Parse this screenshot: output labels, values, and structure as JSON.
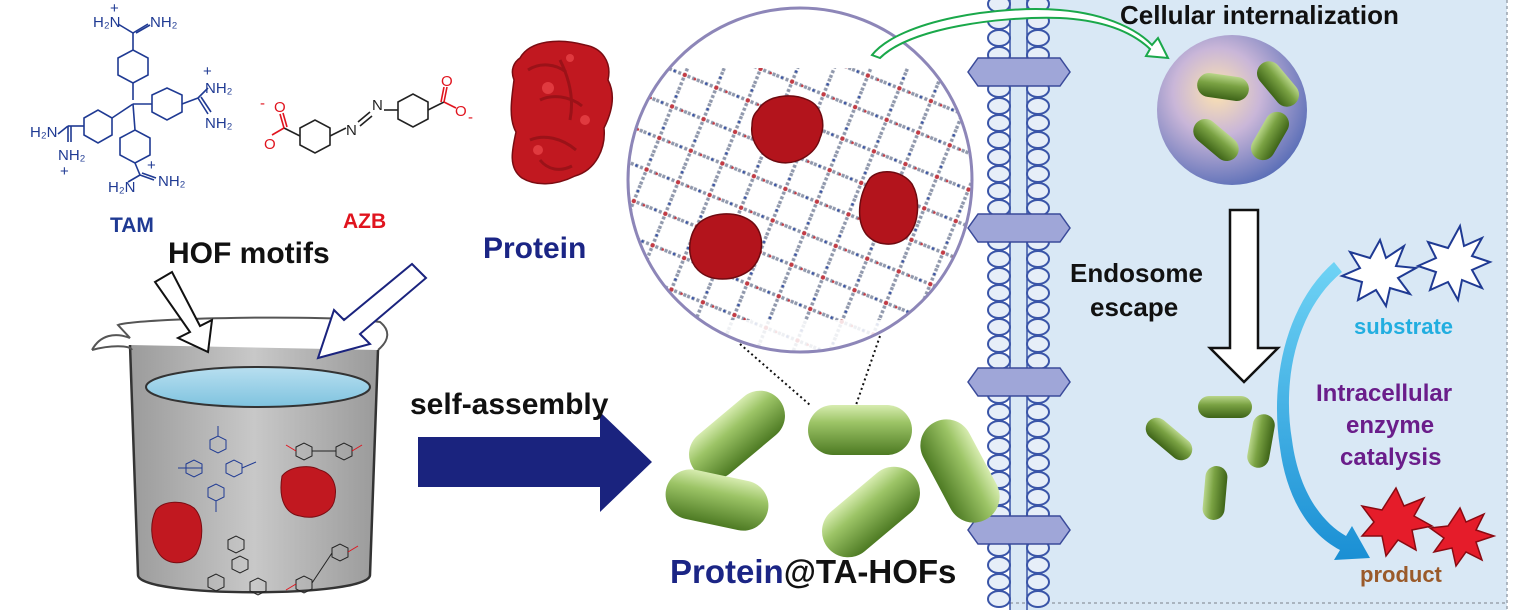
{
  "labels": {
    "tam": "TAM",
    "azb": "AZB",
    "hof_motifs": "HOF motifs",
    "protein": "Protein",
    "self_assembly": "self-assembly",
    "protein_part": "Protein",
    "hof_part": "@TA-HOFs",
    "cellular_internalization": "Cellular internalization",
    "endosome_escape_line1": "Endosome",
    "endosome_escape_line2": "escape",
    "substrate": "substrate",
    "intracellular_line1": "Intracellular",
    "intracellular_line2": "enzyme",
    "intracellular_line3": "catalysis",
    "product": "product"
  },
  "chem": {
    "h2n": "H₂N",
    "nh2": "NH₂",
    "plus": "+",
    "minus": "-",
    "o": "O",
    "n": "N"
  },
  "colors": {
    "tam_blue": "#1f3a93",
    "azb_red": "#e0141e",
    "protein_navy": "#1b2585",
    "cell_bg": "#d6e6f4",
    "membrane": "#9fa6d8",
    "rod_green": "#7ea84a",
    "substrate_cyan": "#22aee0",
    "enzyme_purple": "#6a1d8a",
    "product_brown": "#9a5a2a",
    "arrow_navy": "#1a237e",
    "curve_arrow_green": "#1aa84a"
  }
}
